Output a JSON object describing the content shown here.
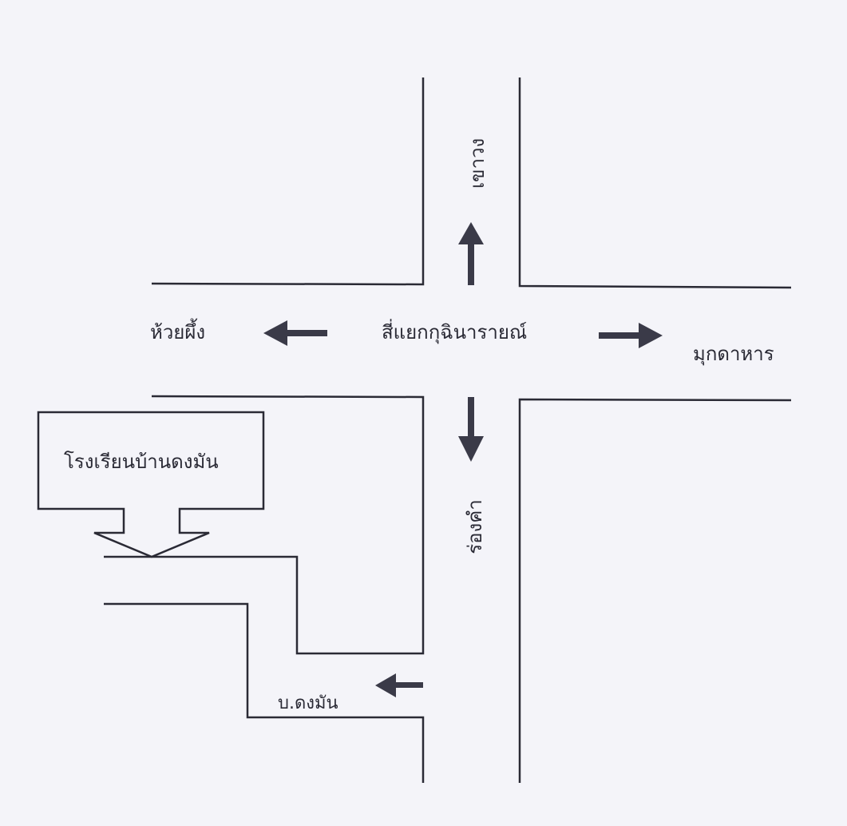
{
  "labels": {
    "north": "เขาวง",
    "west": "ห้วยผึ้ง",
    "center": "สี่แยกกุฉินารายณ์",
    "east": "มุกดาหาร",
    "south": "ร่องคำ",
    "school": "โรงเรียนบ้านดงมัน",
    "village": "บ.ดงมัน"
  },
  "colors": {
    "line": "#2a2a35",
    "arrow": "#3a3a48",
    "background": "#f4f4f9"
  }
}
